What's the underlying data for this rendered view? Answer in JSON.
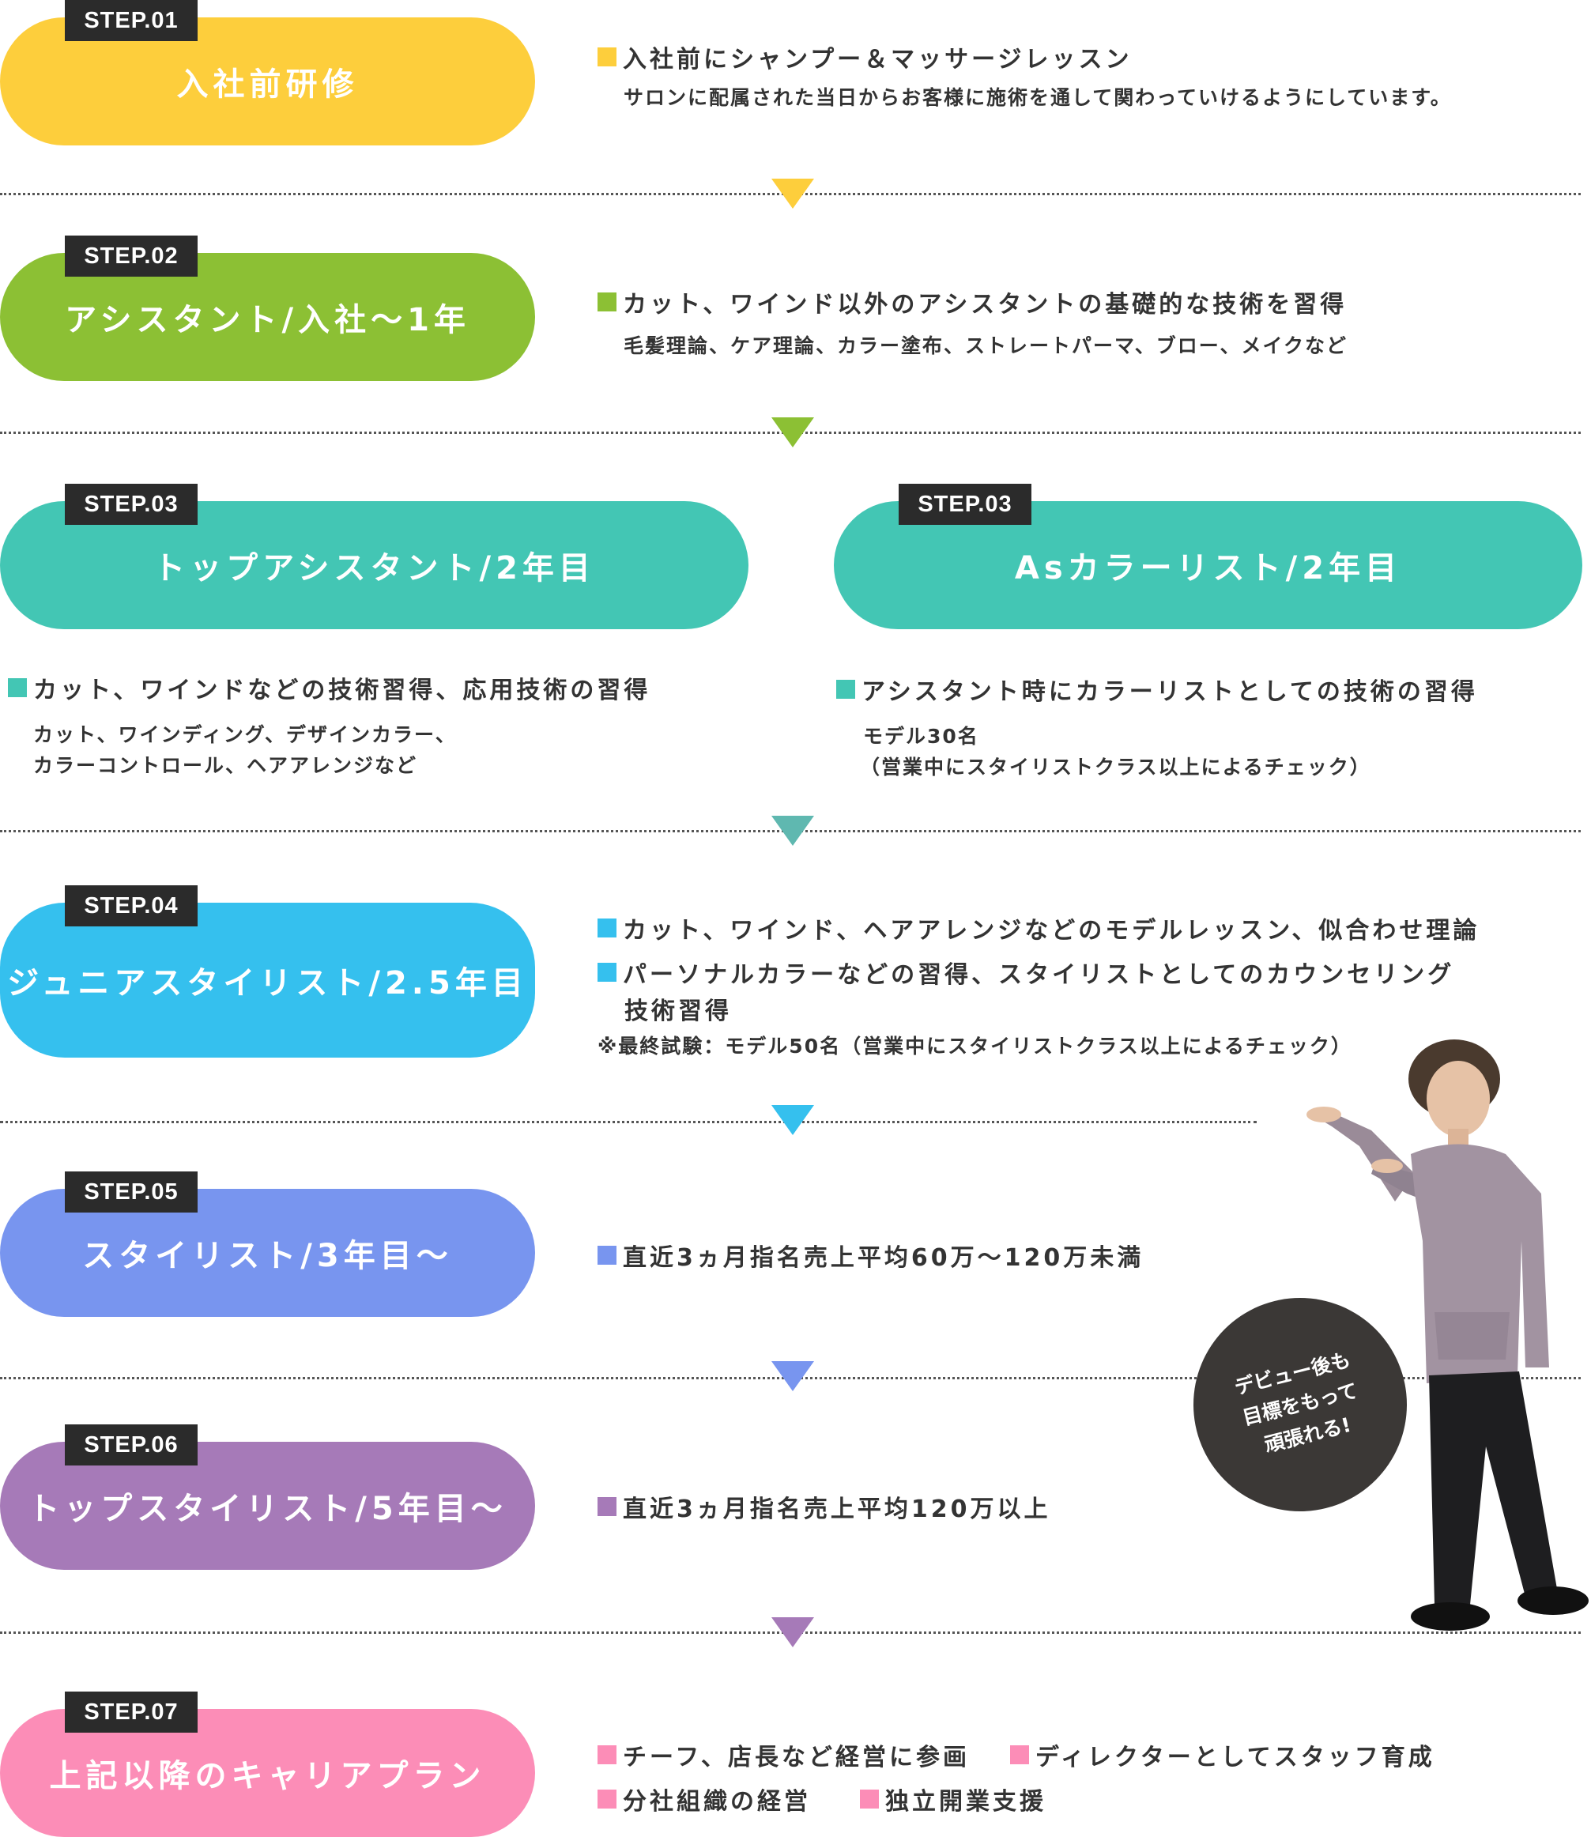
{
  "colors": {
    "step01": "#fdce3c",
    "step02": "#8cc034",
    "step03": "#43c6b4",
    "step04": "#35c0ee",
    "step05": "#7895ef",
    "step06": "#a67ab8",
    "step07": "#fc8db7"
  },
  "steps": [
    {
      "tag": "STEP.01",
      "title": "入社前研修",
      "bullets": [
        "入社前にシャンプー＆マッサージレッスン"
      ],
      "notes": [
        "サロンに配属された当日からお客様に施術を通して関わっていけるようにしています。"
      ]
    },
    {
      "tag": "STEP.02",
      "title": "アシスタント/入社〜1年",
      "bullets": [
        "カット、ワインド以外のアシスタントの基礎的な技術を習得"
      ],
      "notes": [
        "毛髪理論、ケア理論、カラー塗布、ストレートパーマ、ブロー、メイクなど"
      ]
    },
    {
      "tag": "STEP.03",
      "title": "トップアシスタント/2年目",
      "bullets": [
        "カット、ワインドなどの技術習得、応用技術の習得"
      ],
      "notes": [
        "カット、ワインディング、デザインカラー、",
        "カラーコントロール、ヘアアレンジなど"
      ]
    },
    {
      "tag": "STEP.03",
      "title": "Asカラーリスト/2年目",
      "bullets": [
        "アシスタント時にカラーリストとしての技術の習得"
      ],
      "notes": [
        "モデル30名",
        "（営業中にスタイリストクラス以上によるチェック）"
      ]
    },
    {
      "tag": "STEP.04",
      "title": "ジュニアスタイリスト/2.5年目",
      "bullets": [
        "カット、ワインド、ヘアアレンジなどのモデルレッスン、似合わせ理論",
        "パーソナルカラーなどの習得、スタイリストとしてのカウンセリング"
      ],
      "bullet_cont": "技術習得",
      "notes": [
        "※最終試験：モデル50名（営業中にスタイリストクラス以上によるチェック）"
      ]
    },
    {
      "tag": "STEP.05",
      "title": "スタイリスト/3年目〜",
      "bullets": [
        "直近3ヵ月指名売上平均60万〜120万未満"
      ]
    },
    {
      "tag": "STEP.06",
      "title": "トップスタイリスト/5年目〜",
      "bullets": [
        "直近3ヵ月指名売上平均120万以上"
      ]
    },
    {
      "tag": "STEP.07",
      "title": "上記以降のキャリアプラン",
      "bullets": [
        "チーフ、店長など経営に参画",
        "ディレクターとしてスタッフ育成",
        "分社組織の経営",
        "独立開業支援"
      ]
    }
  ],
  "badge": {
    "lines": [
      "デビュー後も",
      "目標をもって",
      "頑張れる!"
    ]
  }
}
